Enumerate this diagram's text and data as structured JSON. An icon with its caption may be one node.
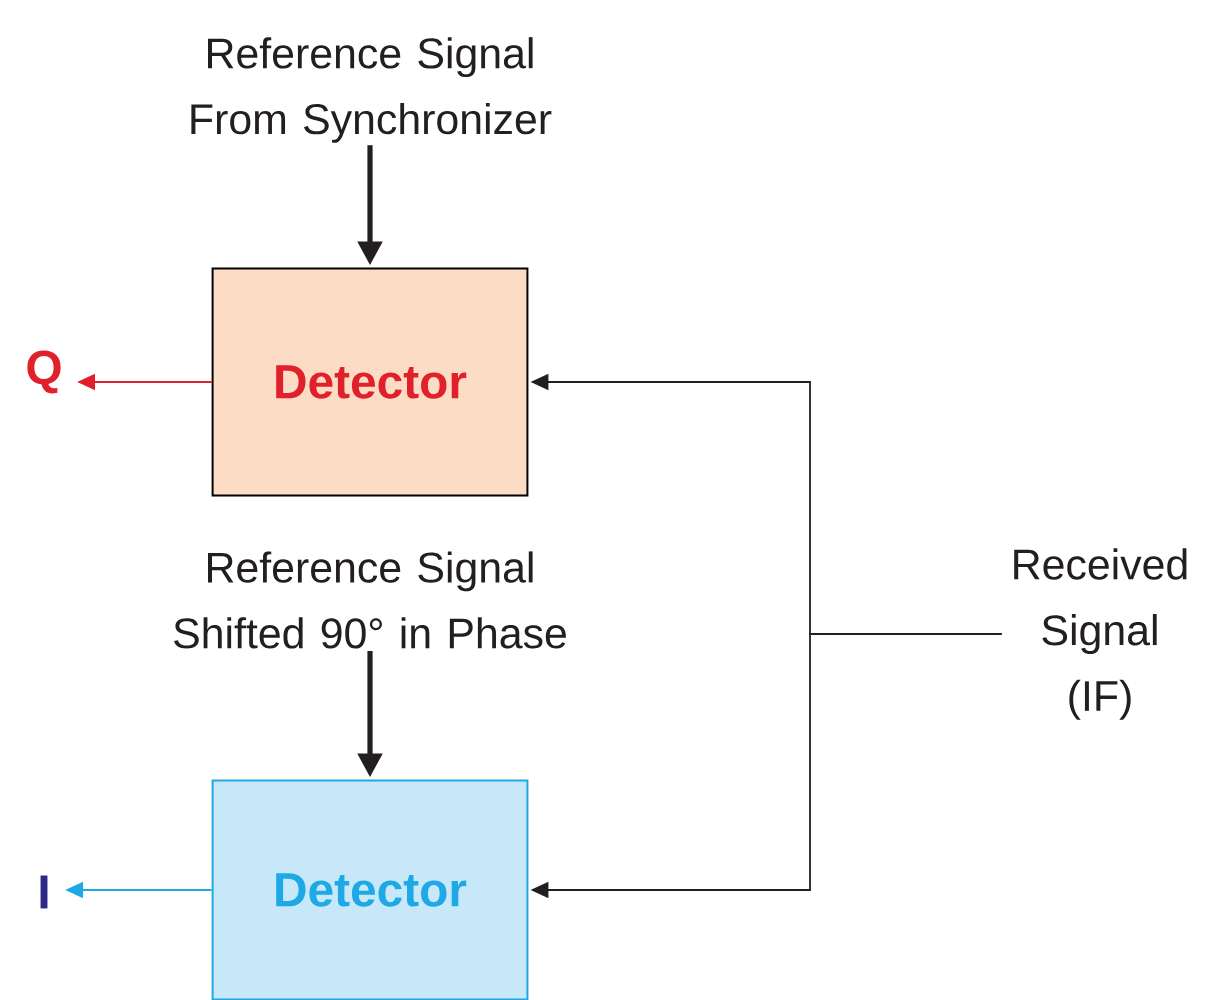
{
  "diagram": {
    "nodes": [
      {
        "text": [
          "Reference Signal From Synchronizer"
        ]
      },
      {
        "text": [
          "Detector"
        ]
      },
      {
        "text": [
          "Q"
        ]
      },
      {
        "text": [
          "Reference Signal Shifted 90° in Phase"
        ]
      },
      {
        "text": [
          "Detector"
        ]
      },
      {
        "text": [
          "I"
        ]
      },
      {
        "text": [
          "Received Signal (IF)"
        ]
      }
    ],
    "edges": [
      {
        "from": 0,
        "to": 1,
        "arrow": "to",
        "style": "thick"
      },
      {
        "from": 1,
        "to": 2,
        "arrow": "to",
        "color": "#e0202a"
      },
      {
        "from": 3,
        "to": 4,
        "arrow": "to",
        "style": "thick"
      },
      {
        "from": 4,
        "to": 5,
        "arrow": "to",
        "color": "#1ea8e6"
      },
      {
        "from": 6,
        "to": 1,
        "arrow": "to"
      },
      {
        "from": 6,
        "to": 4,
        "arrow": "to"
      }
    ]
  }
}
